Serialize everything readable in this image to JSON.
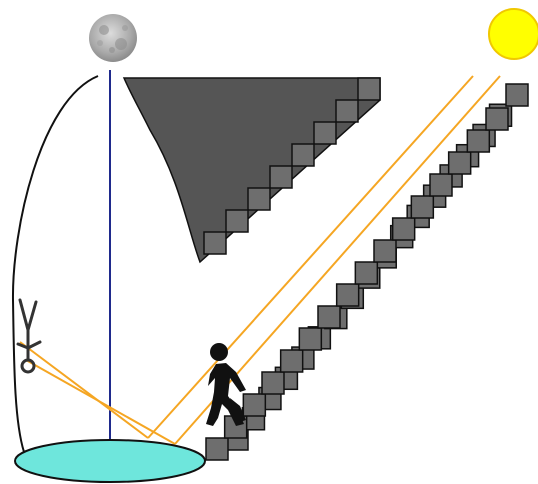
{
  "diagram": {
    "elements": [
      "moon-icon",
      "sun-icon",
      "vertical-plumb-line",
      "dark-inverted-staircase",
      "ascending-staircase",
      "walking-person-icon",
      "upside-down-figure-icon",
      "reflecting-pool",
      "sun-rays",
      "reflected-rays",
      "enclosing-arc"
    ],
    "colors": {
      "background": "#ffffff",
      "moon": "#b8b8b8",
      "sun": "#ffff00",
      "sun_outline": "#f0c800",
      "plumb_line": "#1f2a8c",
      "ray": "#f5a623",
      "dark_stairs": "#555555",
      "step_block": "#6e6e6e",
      "step_outline": "#111111",
      "pool": "#6ee6dc",
      "pool_outline": "#111111",
      "person": "#111111",
      "arc": "#111111"
    },
    "staircase": {
      "ascending_steps_front": 16,
      "ascending_steps_back": 18,
      "dark_steps": 8
    }
  }
}
